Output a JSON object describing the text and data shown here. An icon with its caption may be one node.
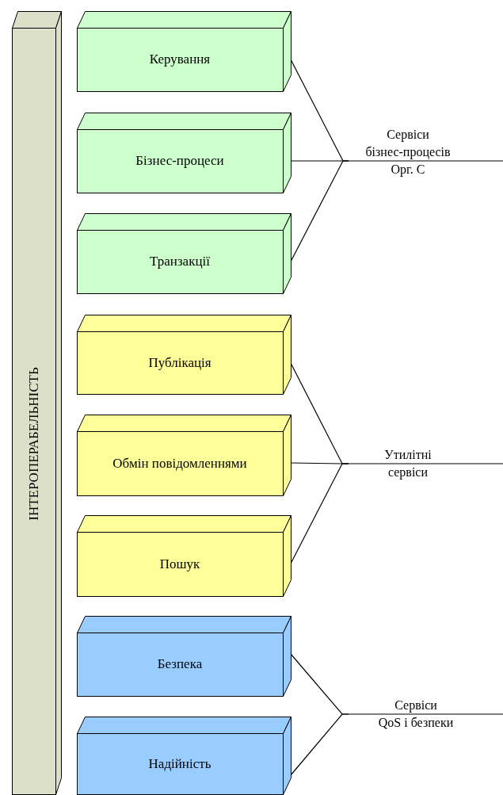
{
  "diagram": {
    "nodes": [
      {
        "text": [
          "ІНТЕРОПЕРАБЕЛЬНІСТЬ"
        ]
      },
      {
        "text": [
          "Керування"
        ]
      },
      {
        "text": [
          "Бізнес-процеси"
        ]
      },
      {
        "text": [
          "Транзакції"
        ]
      },
      {
        "text": [
          "Публікація"
        ]
      },
      {
        "text": [
          "Обмін повідомленнями"
        ]
      },
      {
        "text": [
          "Пошук"
        ]
      },
      {
        "text": [
          "Безпека"
        ]
      },
      {
        "text": [
          "Надійність"
        ]
      },
      {
        "text": [
          "Сервіси бізнес-процесів Орг. С"
        ]
      },
      {
        "text": [
          "Утилітні сервіси"
        ]
      },
      {
        "text": [
          "Сервіси QoS і безпеки"
        ]
      }
    ],
    "edges": [
      {
        "from": 1,
        "to": 9,
        "arrow": "none"
      },
      {
        "from": 2,
        "to": 9,
        "arrow": "none"
      },
      {
        "from": 3,
        "to": 9,
        "arrow": "none"
      },
      {
        "from": 9,
        "to": null,
        "arrow": "none"
      },
      {
        "from": 4,
        "to": 10,
        "arrow": "none"
      },
      {
        "from": 5,
        "to": 10,
        "arrow": "none"
      },
      {
        "from": 6,
        "to": 10,
        "arrow": "none"
      },
      {
        "from": 10,
        "to": null,
        "arrow": "none"
      },
      {
        "from": 7,
        "to": 11,
        "arrow": "none"
      },
      {
        "from": 8,
        "to": 11,
        "arrow": "none"
      },
      {
        "from": 11,
        "to": null,
        "arrow": "none"
      }
    ]
  }
}
